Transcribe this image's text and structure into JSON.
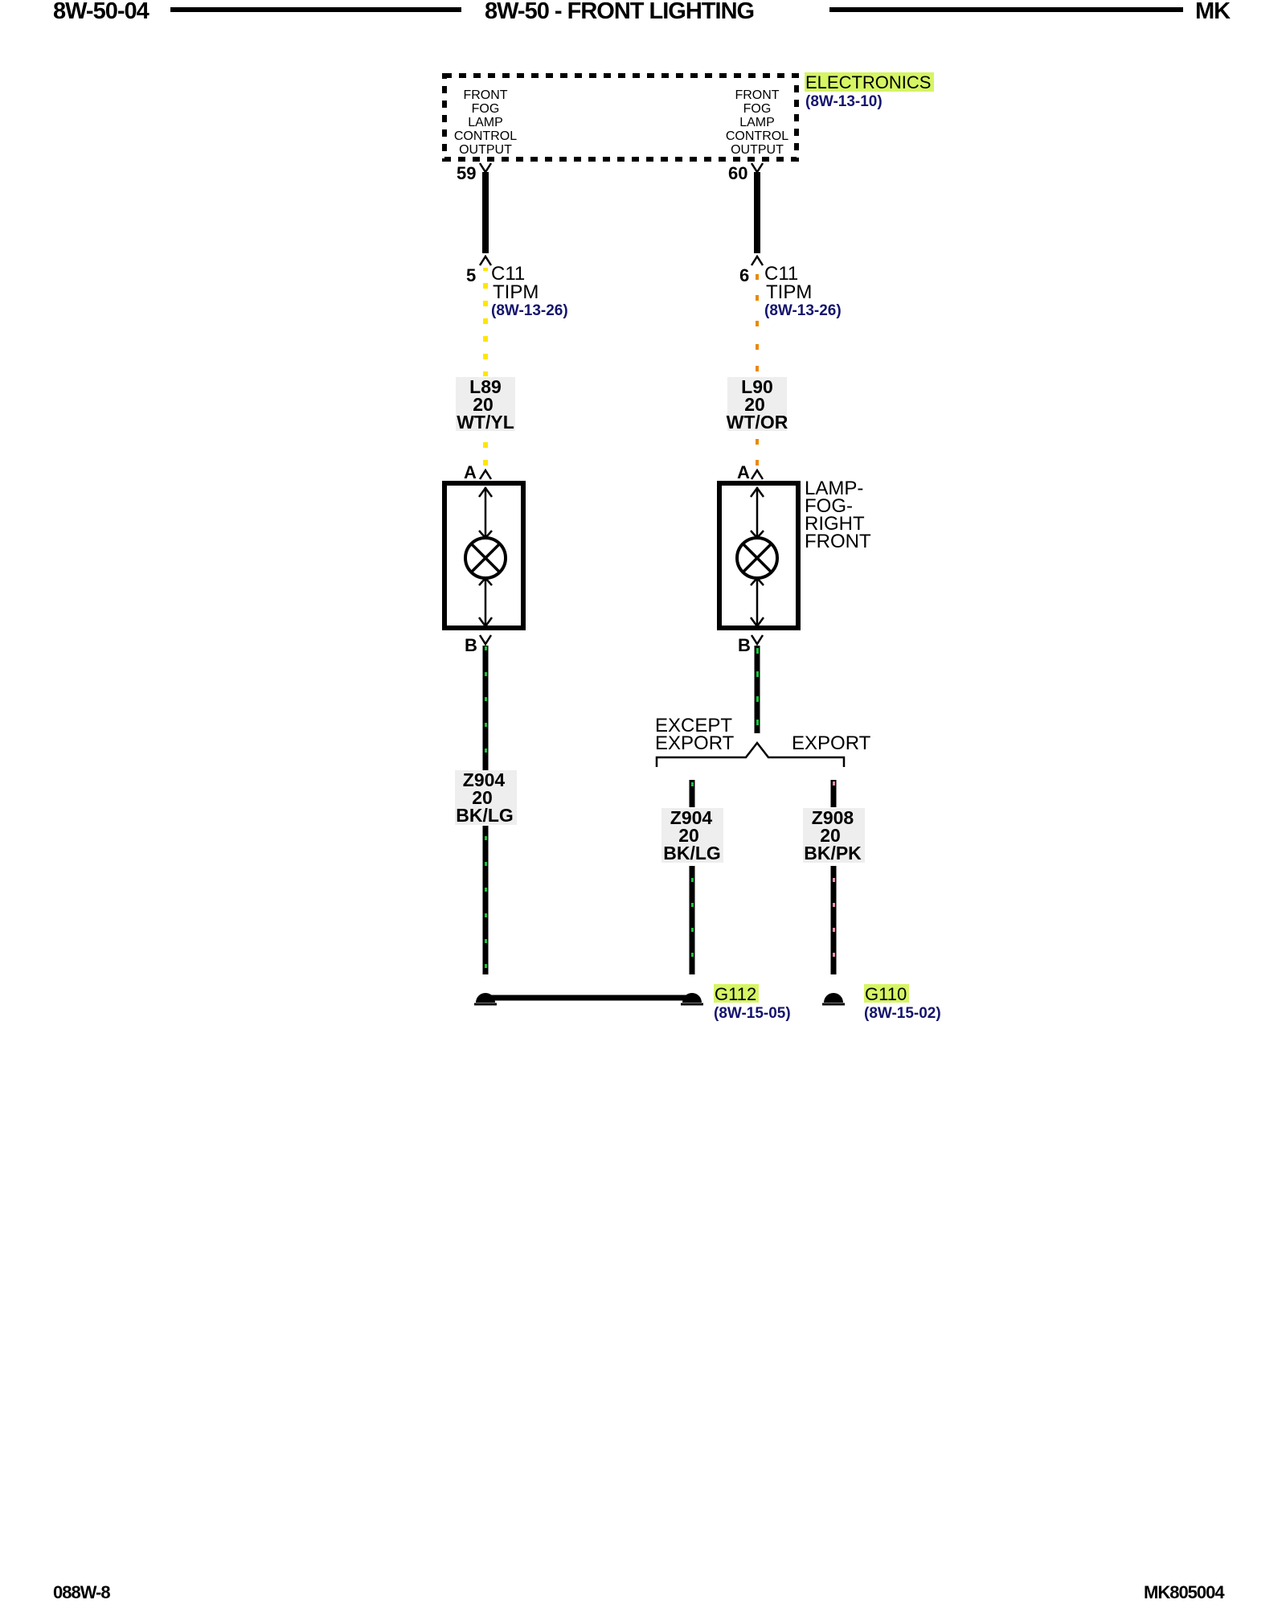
{
  "header": {
    "left": "8W-50-04",
    "center": "8W-50 - FRONT LIGHTING",
    "right": "MK"
  },
  "footer": {
    "left": "088W-8",
    "right": "MK805004"
  },
  "module": {
    "name": "ELECTRONICS",
    "ref": "(8W-13-10)",
    "left_output": [
      "FRONT",
      "FOG",
      "LAMP",
      "CONTROL",
      "OUTPUT"
    ],
    "right_output": [
      "FRONT",
      "FOG",
      "LAMP",
      "CONTROL",
      "OUTPUT"
    ],
    "left_pin": "59",
    "right_pin": "60"
  },
  "connector_left": {
    "pin": "5",
    "id": "C11",
    "name": "TIPM",
    "ref": "(8W-13-26)"
  },
  "connector_right": {
    "pin": "6",
    "id": "C11",
    "name": "TIPM",
    "ref": "(8W-13-26)"
  },
  "wire_l89": {
    "circuit": "L89",
    "gauge": "20",
    "color": "WT/YL"
  },
  "wire_l90": {
    "circuit": "L90",
    "gauge": "20",
    "color": "WT/OR"
  },
  "lamp_left": {
    "pin_a": "A",
    "pin_b": "B"
  },
  "lamp_right": {
    "pin_a": "A",
    "pin_b": "B",
    "name": [
      "LAMP-",
      "FOG-",
      "RIGHT",
      "FRONT"
    ]
  },
  "branch": {
    "except_export": [
      "EXCEPT",
      "EXPORT"
    ],
    "export": "EXPORT"
  },
  "wire_z904_left": {
    "circuit": "Z904",
    "gauge": "20",
    "color": "BK/LG"
  },
  "wire_z904_right": {
    "circuit": "Z904",
    "gauge": "20",
    "color": "BK/LG"
  },
  "wire_z908": {
    "circuit": "Z908",
    "gauge": "20",
    "color": "BK/PK"
  },
  "ground_g112": {
    "name": "G112",
    "ref": "(8W-15-05)"
  },
  "ground_g110": {
    "name": "G110",
    "ref": "(8W-15-02)"
  },
  "colors": {
    "highlight": "#d6f564",
    "ref_text": "#14146e",
    "yellow_tracer": "#ffe600",
    "orange_tracer": "#e98a00",
    "green_tracer": "#19c23a",
    "pink_tracer": "#f08fa8"
  }
}
